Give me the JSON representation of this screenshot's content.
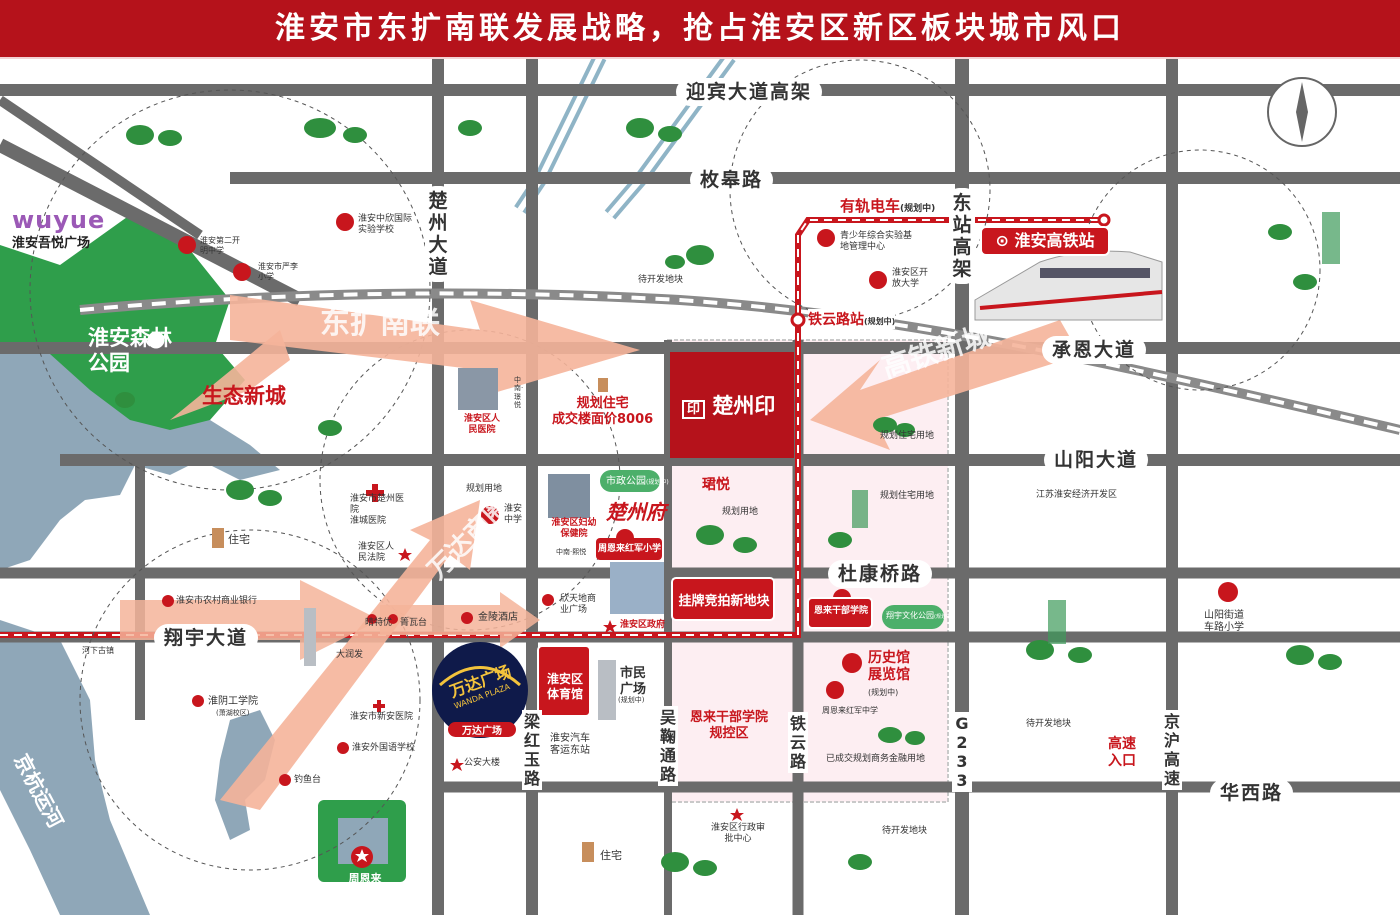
{
  "banner": {
    "title": "淮安市东扩南联发展战略，抢占淮安区新区板块城市风口"
  },
  "roads": {
    "yingbin": "迎宾大道高架",
    "meigao": "枚皋路",
    "chuzhou": "楚州大道",
    "dongzhan": "东站高架",
    "chengen": "承恩大道",
    "shanyang": "山阳大道",
    "dukangqiao": "杜康桥路",
    "xiangyu": "翔宇大道",
    "lianghongyu": "梁红玉路",
    "wujutong": "吴鞠通路",
    "tieyun": "铁云路",
    "g233": "G233",
    "jinghu": "京沪高速",
    "huaxi": "华西路",
    "jinghang": "京杭运河"
  },
  "labels": {
    "wuyue_logo": "wuyue",
    "wuyue": "淮安吾悦广场",
    "forest_park": "淮安森林公园",
    "eco_city": "生态新城",
    "dongkuo": "东扩南联",
    "gaotie_city": "高铁新城",
    "wanda_sq_arrow": "万达商圈",
    "tram": "有轨电车",
    "tram_note": "(规划中)",
    "gaotie_station": "淮安高铁站",
    "tieyun_station": "铁云路站",
    "tieyun_note": "(规划中)",
    "chuzhouyin": "楚州印",
    "plan_house": "规划住宅",
    "plan_price": "成交楼面价8006",
    "listing_land": "挂牌竞拍新地块",
    "zhouenlai_school_area": "恩来干部学院",
    "zhouenlai_school_area2": "规控区",
    "history_museum": "历史馆",
    "history_museum2": "展览馆",
    "history_note": "(规划中)",
    "highway_entry": "高速",
    "highway_entry2": "入口",
    "sports_hall": "淮安区",
    "sports_hall2": "体育馆",
    "wanda_plaza": "万达广场",
    "wanda_plaza_en": "WANDA PLAZA",
    "wanda_plaza_small": "万达广场",
    "civic_plaza": "市民广场",
    "civic_note": "(规划中)",
    "chuzhoufu": "楚州府",
    "civic_park": "市政公园",
    "civic_park_note": "(规划中)",
    "junyue": "珺悦",
    "enlai_school": "恩来干部学院",
    "culture_park": "翔宇文化公园",
    "culture_park_note": "(规划中)",
    "zhouenlai_hongjun": "周恩来红军小学",
    "zhouenlai_hongjun_small": "周恩来红军中学",
    "zhouenlai_memorial": "周恩来纪念馆",
    "huaian_hospital": "淮安区人民医院",
    "huaian_gov": "淮安区政府",
    "huaian_court": "淮安区人民法院",
    "maternity": "淮安区妇幼保健院",
    "chuzhou_hosp": "淮安市楚州医院",
    "chuzhou_hosp2": "淮城医院",
    "huaian_school": "淮安中学",
    "xintiandi": "欣天地商业广场",
    "jinling": "金陵酒店",
    "ruralbank": "淮安市农村商业银行",
    "retuyou": "晴特优",
    "qiaowatai": "箐瓦台",
    "darunfa": "大润发",
    "huaiyin_college": "淮阴工学院",
    "huaiyin_college_note": "(萧湖校区)",
    "xinan_hospital": "淮安市新安医院",
    "foreign_school": "淮安外国语学校",
    "diaoyutai": "钓鱼台",
    "bus_station": "淮安汽车客运东站",
    "police": "公安大楼",
    "approval_center": "淮安区行政审批中心",
    "residence1": "住宅",
    "residence2": "住宅",
    "plan_land": "规划用地",
    "plan_land2": "规划用地",
    "plan_house_land": "规划住宅用地",
    "plan_house_land2": "规划住宅用地",
    "pending_land1": "待开发地块",
    "pending_land2": "待开发地块",
    "pending_land3": "待开发地块",
    "finance_land": "已成交规划商务金融用地",
    "econ_zone": "江苏淮安经济开发区",
    "youth_center": "青少年综合实验基地管理中心",
    "kaifang": "淮安区开放大学",
    "shanyang_school": "山阳街道车路小学",
    "zhongxin_school": "淮安中欣国际实验学校",
    "kaiming_school": "淮安第二开明中学",
    "yanli_school": "淮安市严李小学",
    "hexia": "河下古镇",
    "zhongnan": "中南·",
    "zhongnan2": "璟悦",
    "zhongnan_b": "中南·熙悦"
  },
  "colors": {
    "brand_red": "#c8161d",
    "road_gray": "#6b6b6b",
    "water": "#8fa7b8",
    "green": "#2f8f3e",
    "pink_area": "#fce8ee",
    "arrow": "#f5b49a"
  },
  "icons": {
    "compass": "compass-icon",
    "school": "school-icon",
    "hospital": "hospital-icon",
    "train": "train-icon",
    "tree": "tree-icon",
    "star": "star-icon"
  }
}
